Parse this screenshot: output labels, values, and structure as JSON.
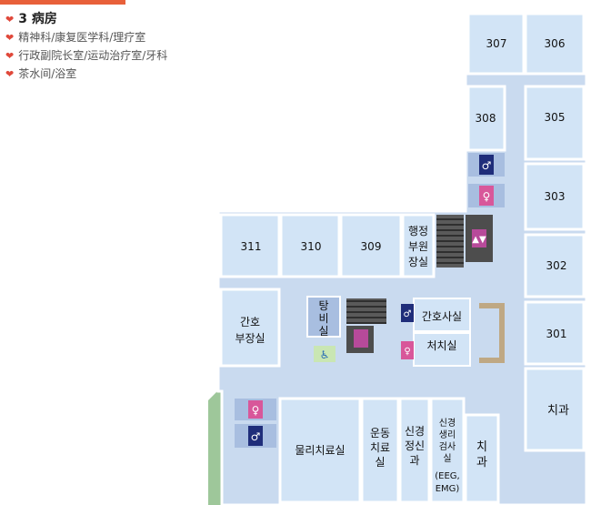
{
  "legend": {
    "title": "3 病房",
    "items": [
      "精神科/康复医学科/理疗室",
      "行政副院长室/运动治疗室/牙科",
      "茶水间/浴室"
    ]
  },
  "rooms": {
    "r307": "307",
    "r306": "306",
    "r308": "308",
    "r305": "305",
    "r303": "303",
    "r302": "302",
    "r301": "301",
    "r311": "311",
    "r310": "310",
    "r309": "309",
    "admin1": "행정",
    "admin2": "부원",
    "admin3": "장실",
    "nurse_chief1": "간호",
    "nurse_chief2": "부장실",
    "lounge1": "탕",
    "lounge2": "비",
    "lounge3": "실",
    "nurse_station": "간호사실",
    "treatment": "처치실",
    "dental1": "치과",
    "physio": "물리치료실",
    "exercise1": "운동",
    "exercise2": "치료",
    "exercise3": "실",
    "psych1": "신경",
    "psych2": "정신",
    "psych3": "과",
    "neuro1": "신경",
    "neuro2": "생리",
    "neuro3": "검사",
    "neuro4": "실",
    "neuro5": "(EEG,",
    "neuro6": "EMG)",
    "dental2_1": "치",
    "dental2_2": "과"
  },
  "colors": {
    "room": "#d2e4f6",
    "corridor": "#c9daef",
    "wall": "#ffffff",
    "accent": "#e8603a",
    "restroom_male": "#1f2d7a",
    "restroom_female": "#d8579a",
    "stair": "#4d4d4d",
    "grass": "#9ec79a"
  },
  "icons": [
    "male-restroom-icon",
    "female-restroom-icon",
    "elevator-icon",
    "wheelchair-icon",
    "stairs-icon"
  ]
}
